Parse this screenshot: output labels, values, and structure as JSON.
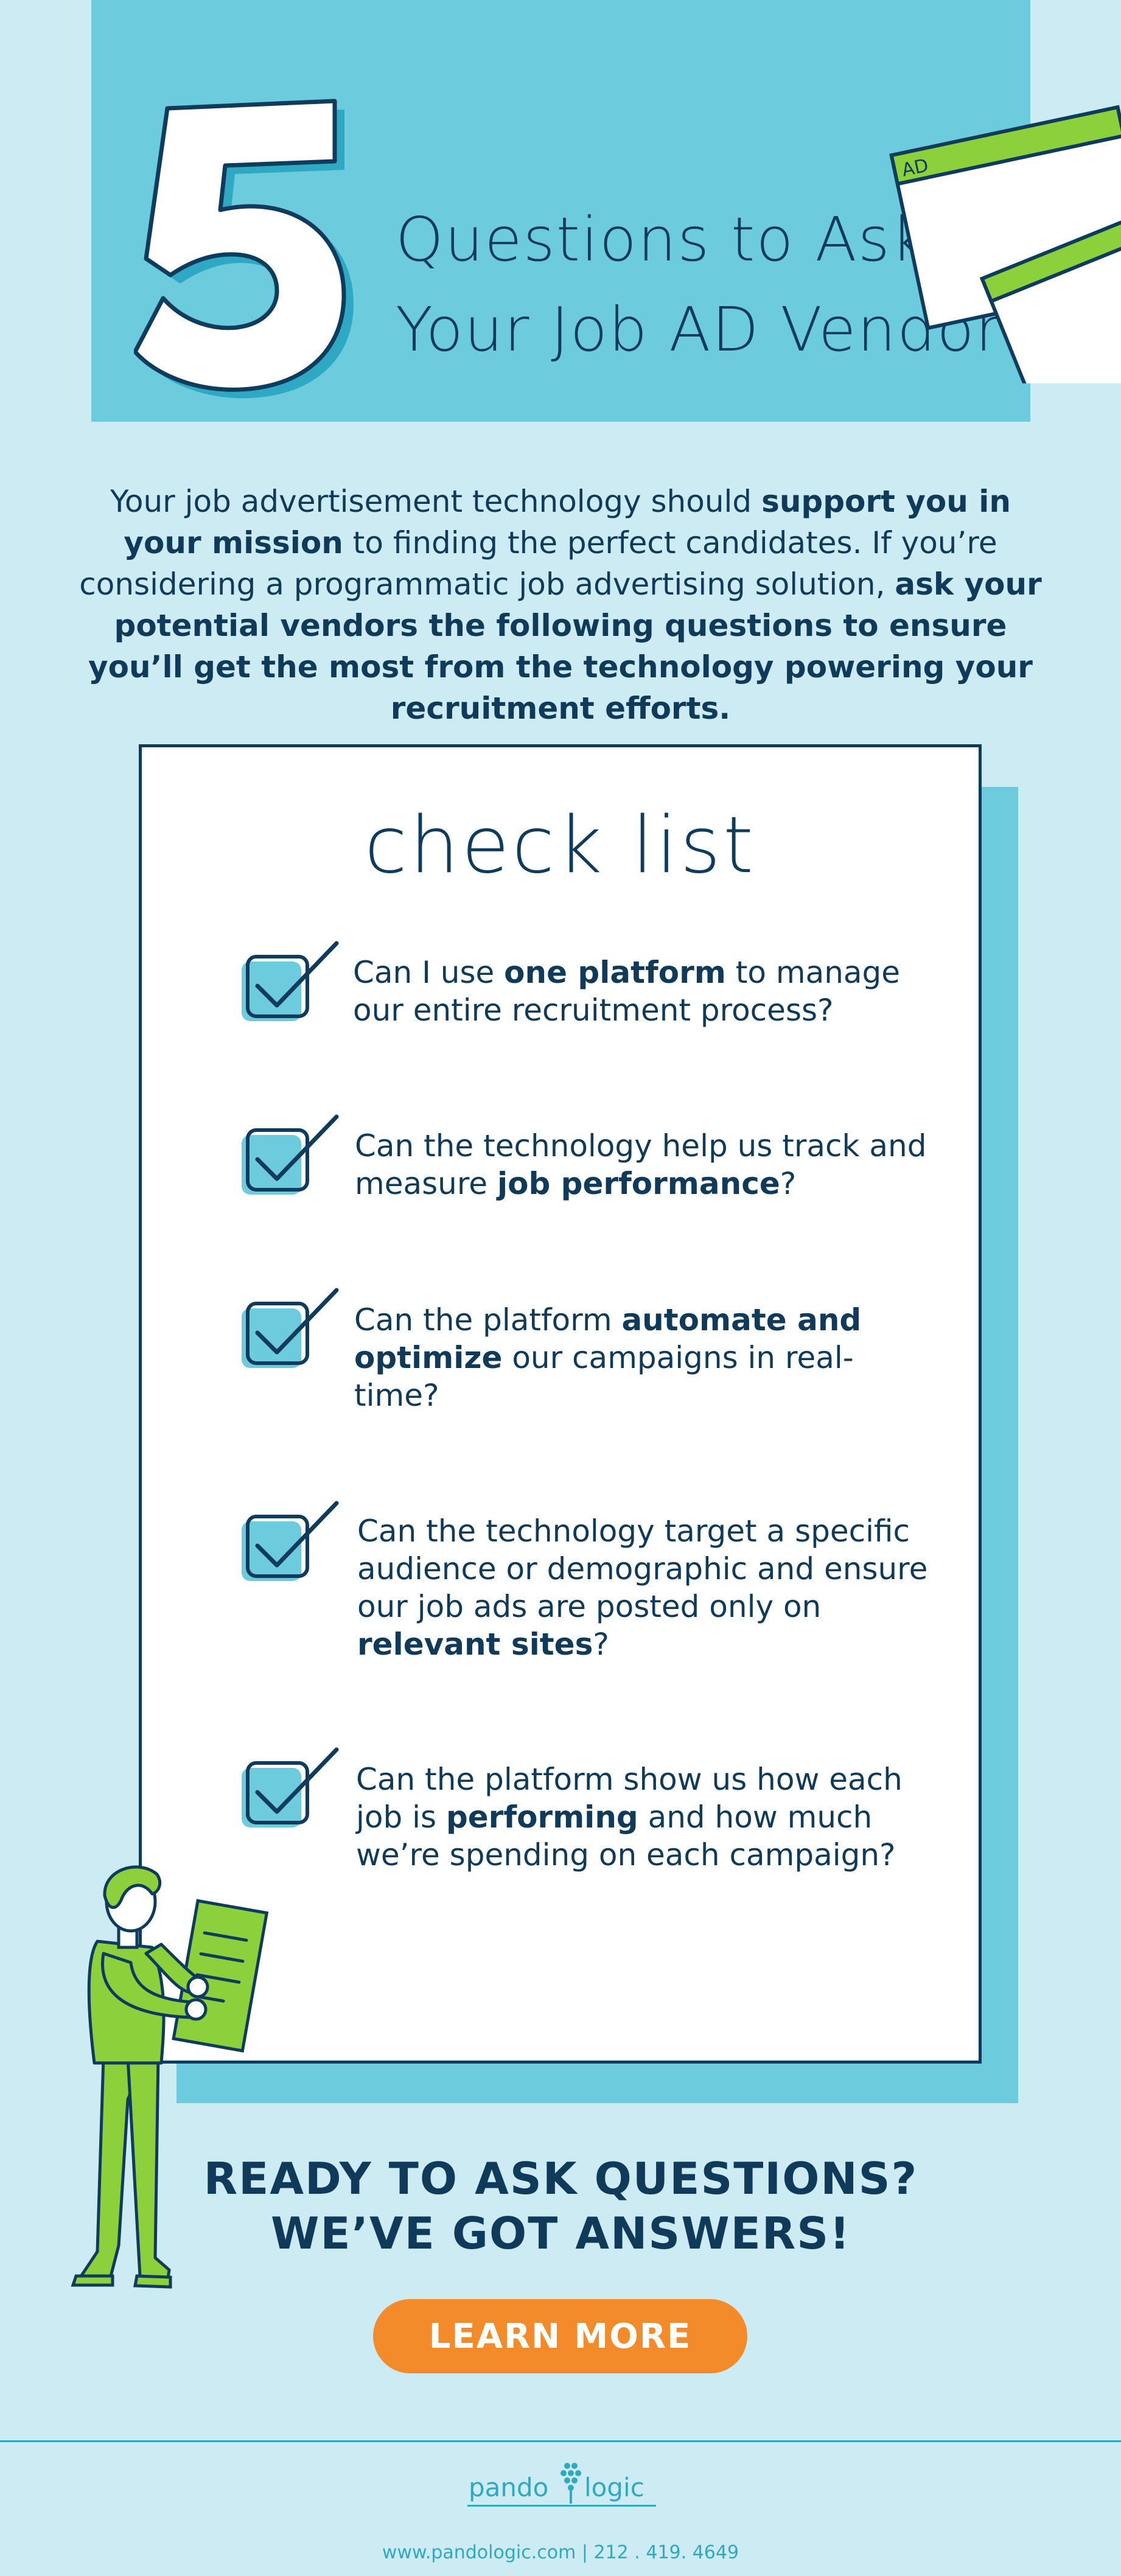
{
  "header": {
    "number": "5",
    "title_line1": "Questions to Ask",
    "title_line2": "Your Job AD Vendor",
    "window_label": "AD"
  },
  "intro": {
    "part1": "Your job advertisement technology should ",
    "bold1": "support you in your mission",
    "part2": " to finding the perfect candidates. If you’re considering a programmatic job advertising solution, ",
    "bold2": "ask your potential vendors the following questions to ensure you’ll get the most from the technology powering your recruitment efforts."
  },
  "checklist": {
    "title": "check list",
    "items": [
      {
        "pre": "Can I use ",
        "bold": "one platform",
        "post": " to manage our entire recruitment process?"
      },
      {
        "pre": "Can the technology help us track and measure ",
        "bold": "job performance",
        "post": "?"
      },
      {
        "pre": "Can the platform ",
        "bold": "automate and optimize",
        "post": " our campaigns in real-time?"
      },
      {
        "pre": "Can the technology target a specific audience or demographic and ensure our job ads are posted only on ",
        "bold": "relevant sites",
        "post": "?"
      },
      {
        "pre": "Can the platform show us how each job is ",
        "bold": "performing",
        "post": " and how much we’re spending on each campaign?"
      }
    ]
  },
  "cta": {
    "line1": "READY TO ASK QUESTIONS?",
    "line2": "WE’VE GOT ANSWERS!",
    "button_label": "LEARN MORE"
  },
  "footer": {
    "logo_left": "pando",
    "logo_right": "logic",
    "contact": "www.pandologic.com | 212 . 419. 4649"
  },
  "colors": {
    "background": "#cdebf2",
    "accent_teal": "#6ccbdc",
    "navy": "#0f3b5c",
    "green": "#8cd13c",
    "orange": "#f38b2a"
  }
}
